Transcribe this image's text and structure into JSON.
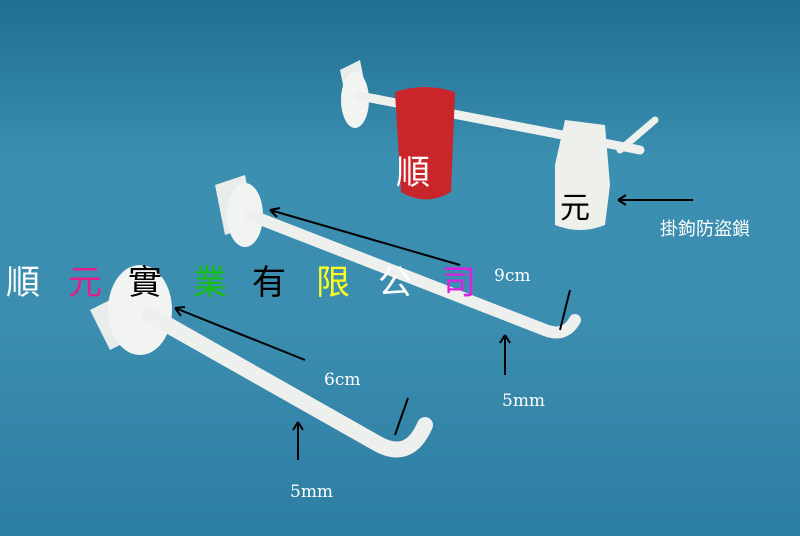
{
  "company_name": {
    "chars": [
      "順",
      "元",
      "實",
      "業",
      "有",
      "限",
      "公",
      "司"
    ],
    "colors": [
      "#ffffff",
      "#e0208a",
      "#000000",
      "#18c018",
      "#000000",
      "#ffff20",
      "#ffffff",
      "#e020e0"
    ]
  },
  "product_labels": {
    "lock_char_1": "順",
    "lock_char_2": "元",
    "lock_name": "掛鉤防盜鎖"
  },
  "dimensions": {
    "long_hook_length": "9cm",
    "short_hook_length": "6cm",
    "long_hook_diameter": "5mm",
    "short_hook_diameter": "5mm"
  }
}
